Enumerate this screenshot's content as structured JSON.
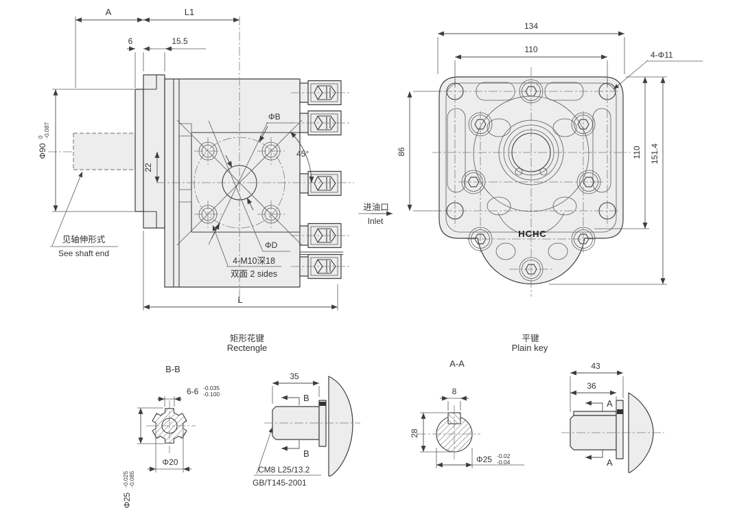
{
  "sheet": {
    "brand": "HCHC",
    "line_color": "#3d3d3d",
    "fill_color": "#ededed",
    "background": "#ffffff"
  },
  "side_view": {
    "dim_A": "A",
    "dim_L1": "L1",
    "dim_6": "6",
    "dim_15_5": "15.5",
    "dim_phi90": "Φ90",
    "dim_phi90_upper": "0",
    "dim_phi90_lower": "-0.087",
    "dim_22": "22",
    "dim_phiB": "ΦB",
    "dim_45": "45°",
    "dim_phiD": "ΦD",
    "note_m10": "4-M10深18",
    "note_2sides": "双面 2 sides",
    "dim_L": "L",
    "note_shaft_cn": "见轴伸形式",
    "note_shaft_en": "See shaft end"
  },
  "front_view": {
    "dim_134": "134",
    "dim_110_top": "110",
    "dim_4phi11": "4-Φ11",
    "dim_86": "86",
    "dim_110_right": "110",
    "dim_151_4": "151.4",
    "inlet_cn": "进油口",
    "inlet_en": "Inlet",
    "logo": "HCHC"
  },
  "spline_detail": {
    "title_cn": "矩形花键",
    "title_en": "Rectengle",
    "section": "B-B",
    "dim_66": "6-6",
    "dim_66_upper": "-0.035",
    "dim_66_lower": "-0.100",
    "dim_phi20": "Φ20",
    "dim_phi25": "Φ25",
    "dim_phi25_upper": "-0.025",
    "dim_phi25_lower": "-0.085",
    "dim_35": "35",
    "section_arrow": "B",
    "note_center_hole": "CM8 L25/13.2",
    "note_standard": "GB/T145-2001"
  },
  "key_detail": {
    "title_cn": "平键",
    "title_en": "Plain key",
    "section": "A-A",
    "dim_8": "8",
    "dim_28": "28",
    "dim_phi25": "Φ25",
    "dim_phi25_upper": "-0.02",
    "dim_phi25_lower": "-0.04",
    "dim_43": "43",
    "dim_36": "36",
    "section_arrow": "A"
  }
}
